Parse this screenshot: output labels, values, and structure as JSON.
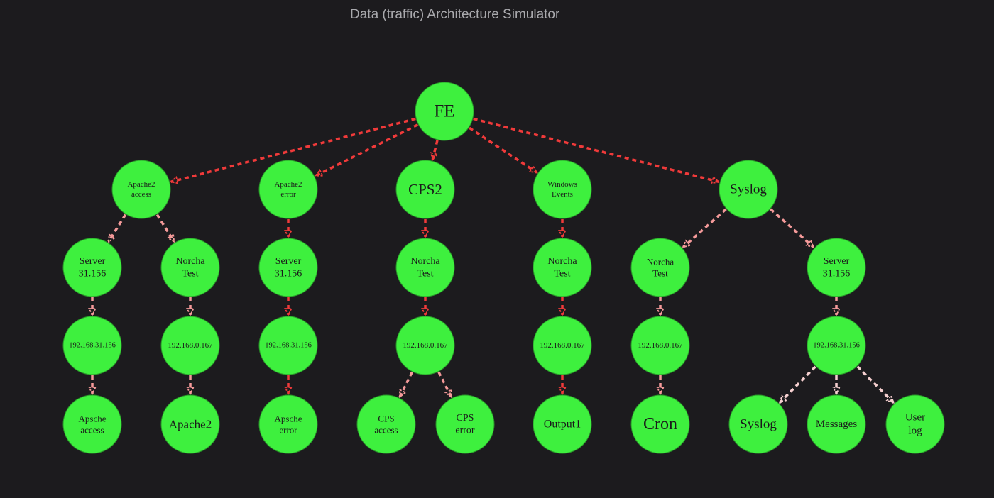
{
  "title": "Data (traffic) Architecture Simulator",
  "colors": {
    "background": "#1c1b1e",
    "node_fill": "#3ef03e",
    "node_stroke": "#2a9a2a",
    "edge_primary": "#f03a3a",
    "edge_secondary": "#f59a9a",
    "edge_light": "#f6d0d0",
    "title": "#a9a9ad"
  },
  "nodes": [
    {
      "id": "fe",
      "lines": [
        "FE"
      ]
    },
    {
      "id": "apache2-access",
      "lines": [
        "Apache2",
        "access"
      ]
    },
    {
      "id": "apache2-error",
      "lines": [
        "Apache2",
        "error"
      ]
    },
    {
      "id": "cps2",
      "lines": [
        "CPS2"
      ]
    },
    {
      "id": "windows-events",
      "lines": [
        "Windows",
        "Events"
      ]
    },
    {
      "id": "syslog-source",
      "lines": [
        "Syslog"
      ]
    },
    {
      "id": "a1-server",
      "lines": [
        "Server",
        "31.156"
      ]
    },
    {
      "id": "a1-norcha",
      "lines": [
        "Norcha",
        "Test"
      ]
    },
    {
      "id": "a2-server",
      "lines": [
        "Server",
        "31.156"
      ]
    },
    {
      "id": "c-norcha",
      "lines": [
        "Norcha",
        "Test"
      ]
    },
    {
      "id": "w-norcha",
      "lines": [
        "Norcha",
        "Test"
      ]
    },
    {
      "id": "s-norcha",
      "lines": [
        "Norcha",
        "Test"
      ]
    },
    {
      "id": "s-server",
      "lines": [
        "Server",
        "31.156"
      ]
    },
    {
      "id": "a1-ip-1",
      "lines": [
        "192.168.31.156"
      ]
    },
    {
      "id": "a1-ip-2",
      "lines": [
        "192.168.0.167"
      ]
    },
    {
      "id": "a2-ip",
      "lines": [
        "192.168.31.156"
      ]
    },
    {
      "id": "c-ip",
      "lines": [
        "192.168.0.167"
      ]
    },
    {
      "id": "w-ip",
      "lines": [
        "192.168.0.167"
      ]
    },
    {
      "id": "s-ip-1",
      "lines": [
        "192.168.0.167"
      ]
    },
    {
      "id": "s-ip-2",
      "lines": [
        "192.168.31.156"
      ]
    },
    {
      "id": "apsche-access",
      "lines": [
        "Apsche",
        "access"
      ]
    },
    {
      "id": "apache2-out",
      "lines": [
        "Apache2"
      ]
    },
    {
      "id": "apsche-error",
      "lines": [
        "Apsche",
        "error"
      ]
    },
    {
      "id": "cps-access",
      "lines": [
        "CPS",
        "access"
      ]
    },
    {
      "id": "cps-error",
      "lines": [
        "CPS",
        "error"
      ]
    },
    {
      "id": "output1",
      "lines": [
        "Output1"
      ]
    },
    {
      "id": "cron",
      "lines": [
        "Cron"
      ]
    },
    {
      "id": "syslog-out",
      "lines": [
        "Syslog"
      ]
    },
    {
      "id": "messages",
      "lines": [
        "Messages"
      ]
    },
    {
      "id": "user-log",
      "lines": [
        "User",
        "log"
      ]
    }
  ],
  "edges": [
    {
      "from": "fe",
      "to": "apache2-access",
      "style": "primary"
    },
    {
      "from": "fe",
      "to": "apache2-error",
      "style": "primary"
    },
    {
      "from": "fe",
      "to": "cps2",
      "style": "primary"
    },
    {
      "from": "fe",
      "to": "windows-events",
      "style": "primary"
    },
    {
      "from": "fe",
      "to": "syslog-source",
      "style": "primary"
    },
    {
      "from": "apache2-access",
      "to": "a1-server",
      "style": "secondary"
    },
    {
      "from": "apache2-access",
      "to": "a1-norcha",
      "style": "secondary"
    },
    {
      "from": "apache2-error",
      "to": "a2-server",
      "style": "primary"
    },
    {
      "from": "cps2",
      "to": "c-norcha",
      "style": "primary"
    },
    {
      "from": "windows-events",
      "to": "w-norcha",
      "style": "primary"
    },
    {
      "from": "syslog-source",
      "to": "s-norcha",
      "style": "secondary"
    },
    {
      "from": "syslog-source",
      "to": "s-server",
      "style": "secondary"
    },
    {
      "from": "a1-server",
      "to": "a1-ip-1",
      "style": "secondary"
    },
    {
      "from": "a1-norcha",
      "to": "a1-ip-2",
      "style": "secondary"
    },
    {
      "from": "a2-server",
      "to": "a2-ip",
      "style": "primary"
    },
    {
      "from": "c-norcha",
      "to": "c-ip",
      "style": "primary"
    },
    {
      "from": "w-norcha",
      "to": "w-ip",
      "style": "primary"
    },
    {
      "from": "s-norcha",
      "to": "s-ip-1",
      "style": "secondary"
    },
    {
      "from": "s-server",
      "to": "s-ip-2",
      "style": "secondary"
    },
    {
      "from": "a1-ip-1",
      "to": "apsche-access",
      "style": "secondary"
    },
    {
      "from": "a1-ip-2",
      "to": "apache2-out",
      "style": "secondary"
    },
    {
      "from": "a2-ip",
      "to": "apsche-error",
      "style": "primary"
    },
    {
      "from": "c-ip",
      "to": "cps-access",
      "style": "secondary"
    },
    {
      "from": "c-ip",
      "to": "cps-error",
      "style": "secondary"
    },
    {
      "from": "w-ip",
      "to": "output1",
      "style": "primary"
    },
    {
      "from": "s-ip-1",
      "to": "cron",
      "style": "secondary"
    },
    {
      "from": "s-ip-2",
      "to": "syslog-out",
      "style": "light"
    },
    {
      "from": "s-ip-2",
      "to": "messages",
      "style": "light"
    },
    {
      "from": "s-ip-2",
      "to": "user-log",
      "style": "light"
    }
  ]
}
